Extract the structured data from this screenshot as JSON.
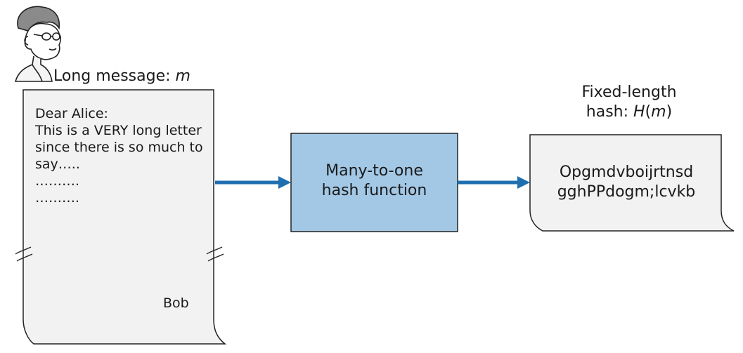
{
  "sender": {
    "caption_prefix": "Long message: ",
    "caption_var": "m"
  },
  "message": {
    "lines": [
      "Dear Alice:",
      "This is a VERY long letter",
      "since there is so much to",
      "say…..",
      "……….",
      "………."
    ],
    "signature": "Bob"
  },
  "hash_box": {
    "line1": "Many-to-one",
    "line2": "hash function",
    "fill": "#a3c8e6"
  },
  "output": {
    "caption_line1": "Fixed-length",
    "caption_line2_prefix": "hash: ",
    "caption_line2_func": "H",
    "caption_line2_open": "(",
    "caption_line2_var": "m",
    "caption_line2_close": ")",
    "digest_line1": "Opgmdvboijrtnsd",
    "digest_line2": "gghPPdogm;lcvkb"
  },
  "colors": {
    "arrow": "#1f6fb0",
    "doc_fill": "#f2f2f2",
    "outline": "#222222"
  }
}
